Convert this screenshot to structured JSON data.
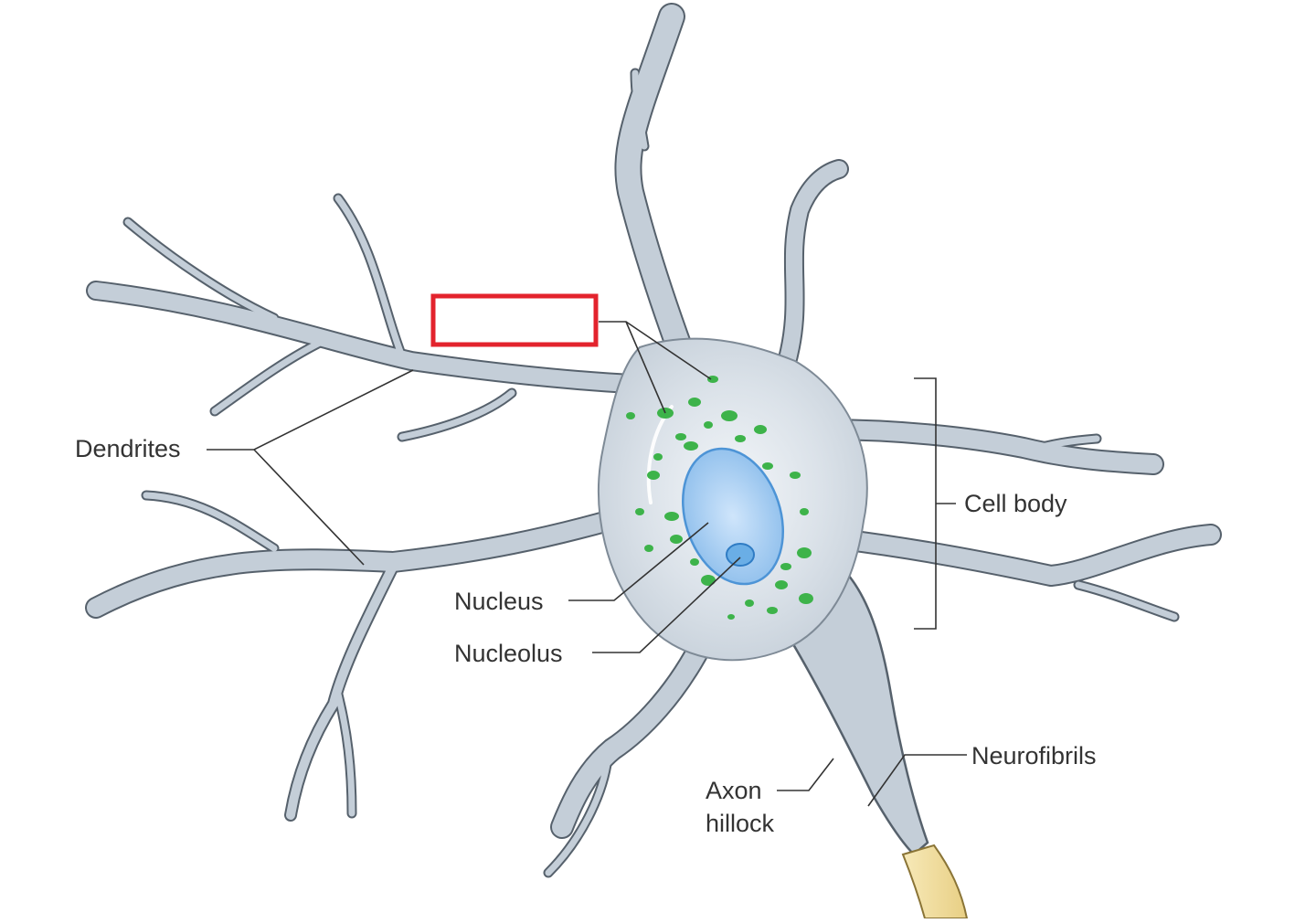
{
  "diagram": {
    "labels": {
      "dendrites": "Dendrites",
      "nucleus": "Nucleus",
      "nucleolus": "Nucleolus",
      "cell_body": "Cell body",
      "axon_line1": "Axon",
      "axon_line2": "hillock",
      "neurofibrils": "Neurofibrils"
    },
    "blank_label": "",
    "colors": {
      "cell": "#c4ced8",
      "outline": "#56616c",
      "nucleus": "#8fbfec",
      "nucleolus": "#4d94d6",
      "granules": "#3db34a",
      "blank_box": "#e3232d",
      "axon": "#f2dfa3"
    }
  }
}
